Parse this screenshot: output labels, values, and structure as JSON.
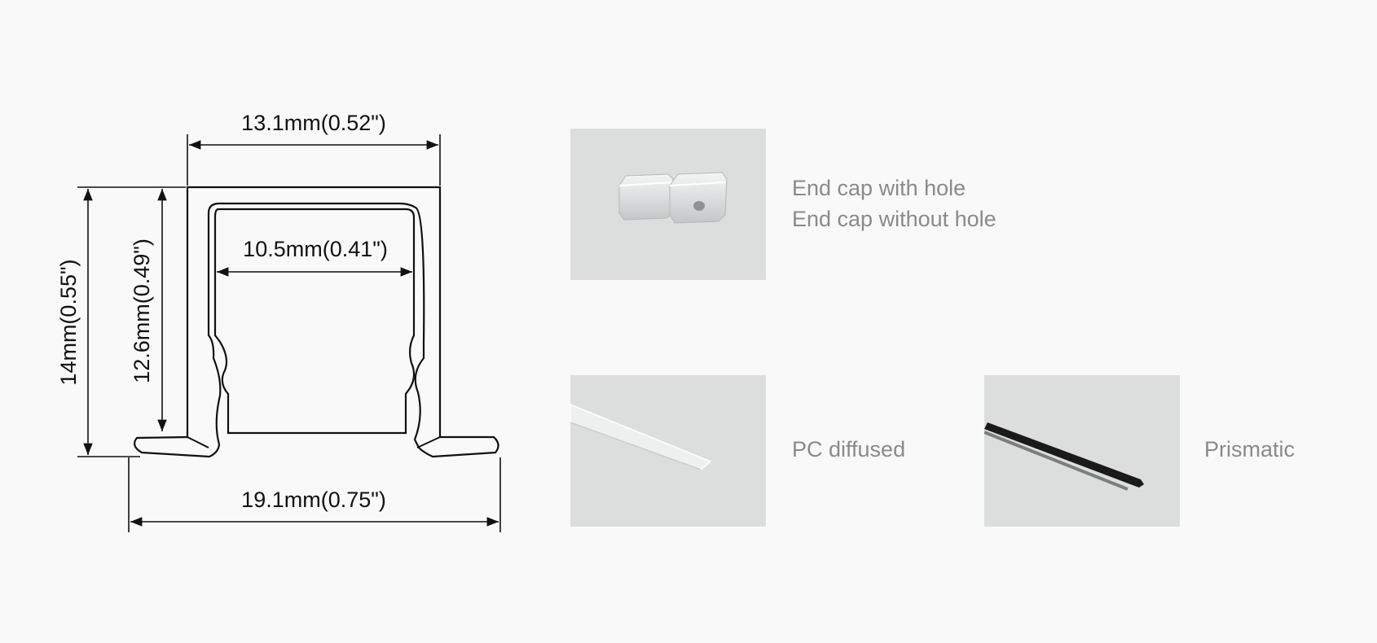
{
  "profile": {
    "dimensions": {
      "top_width": "13.1mm(0.52\")",
      "inner_width": "10.5mm(0.41\")",
      "base_width": "19.1mm(0.75\")",
      "total_height": "14mm(0.55\")",
      "inner_height": "12.6mm(0.49\")"
    }
  },
  "accessories": [
    {
      "name": "end-caps",
      "lines": [
        "End cap with hole",
        "End cap without hole"
      ]
    },
    {
      "name": "pc-diffused",
      "lines": [
        "PC diffused"
      ]
    },
    {
      "name": "prismatic",
      "lines": [
        "Prismatic"
      ]
    }
  ],
  "colors": {
    "background": "#f9f9f9",
    "line": "#111111",
    "caption": "#8a8a8a",
    "photo_bg": "#dcdedd"
  }
}
